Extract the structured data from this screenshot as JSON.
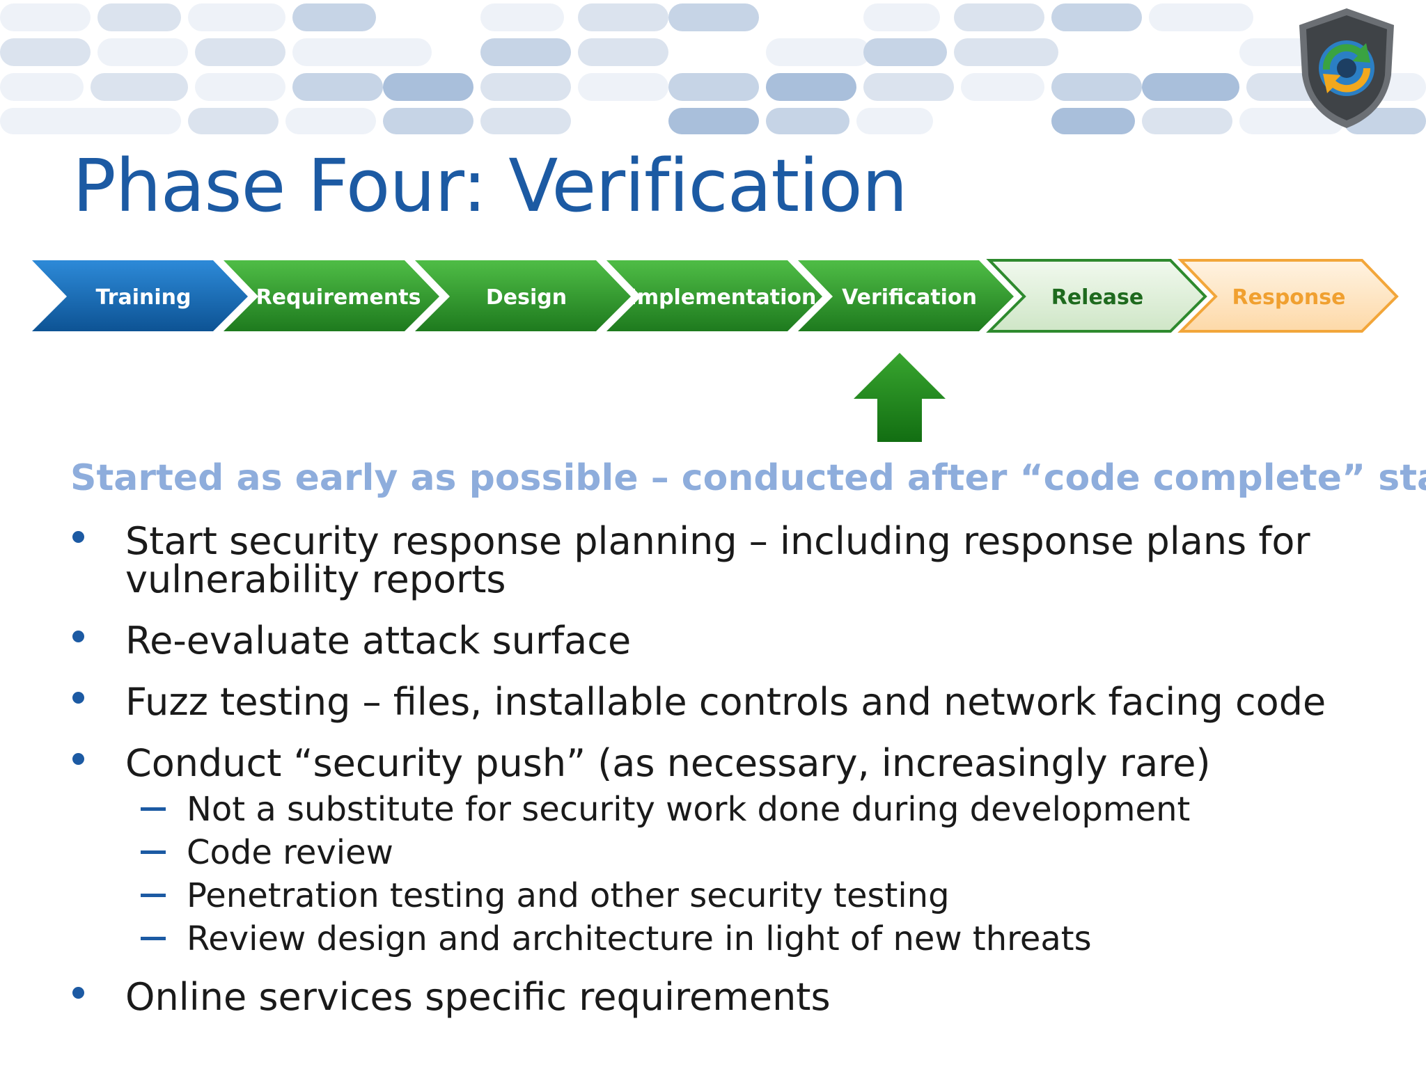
{
  "title": "Phase Four: Verification",
  "process": {
    "steps": [
      {
        "label": "Training",
        "state": "blue"
      },
      {
        "label": "Requirements",
        "state": "green"
      },
      {
        "label": "Design",
        "state": "green"
      },
      {
        "label": "Implementation",
        "state": "green"
      },
      {
        "label": "Verification",
        "state": "green-current"
      },
      {
        "label": "Release",
        "state": "light-green"
      },
      {
        "label": "Response",
        "state": "orange"
      }
    ],
    "current_indicator": "up-arrow-icon"
  },
  "subtitle": "Started as early as possible – conducted after “code complete” stage",
  "bullets": [
    {
      "line1": "Start security response planning – including response plans for",
      "line2": "vulnerability reports"
    },
    {
      "text": "Re-evaluate attack surface"
    },
    {
      "text": "Fuzz testing – files, installable controls and network facing code"
    },
    {
      "text": "Conduct “security push” (as necessary, increasingly rare)",
      "subitems": [
        "Not a substitute for security work done during development",
        "Code review",
        "Penetration testing and other security testing",
        "Review design and architecture in light of new threats"
      ]
    },
    {
      "text": "Online services specific requirements"
    }
  ],
  "colors": {
    "title": "#1c5aa3",
    "subtitle": "#8eaddc",
    "bullet": "#1c5aa3",
    "blue_step": "#1a6fb5",
    "green_step": "#2e9a2e",
    "light_green_step": "#dcefd6",
    "orange_step": "#fde3c0",
    "arrow": "#1f8a1f"
  },
  "icons": {
    "logo": "sdl-shield-logo-icon"
  }
}
